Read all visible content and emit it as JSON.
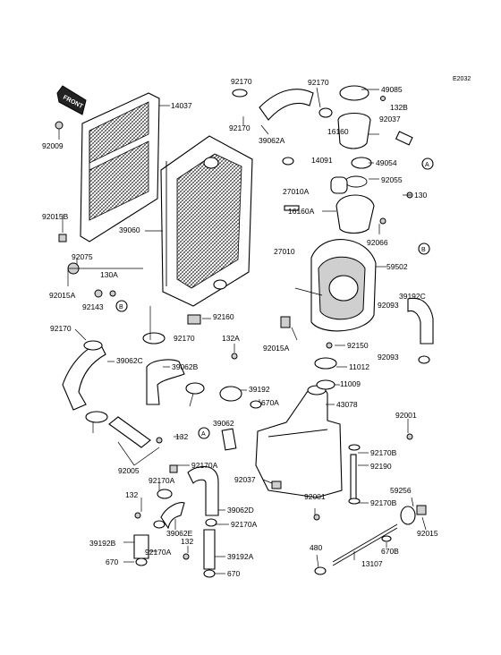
{
  "diagram_code": "E2032",
  "front_label": "FRONT",
  "callouts": [
    {
      "id": "c14037",
      "text": "14037"
    },
    {
      "id": "c92009",
      "text": "92009"
    },
    {
      "id": "c92015B",
      "text": "92015B"
    },
    {
      "id": "c39060",
      "text": "39060"
    },
    {
      "id": "c92075",
      "text": "92075"
    },
    {
      "id": "c92015A_1",
      "text": "92015A"
    },
    {
      "id": "c130A",
      "text": "130A"
    },
    {
      "id": "c92143",
      "text": "92143"
    },
    {
      "id": "c92170_1",
      "text": "92170"
    },
    {
      "id": "c92170_2",
      "text": "92170"
    },
    {
      "id": "c92170_3",
      "text": "92170"
    },
    {
      "id": "c92170_4",
      "text": "92170"
    },
    {
      "id": "c39062A",
      "text": "39062A"
    },
    {
      "id": "c92170_5",
      "text": "92170"
    },
    {
      "id": "c49085",
      "text": "49085"
    },
    {
      "id": "c132B",
      "text": "132B"
    },
    {
      "id": "c16160",
      "text": "16160"
    },
    {
      "id": "c92037_1",
      "text": "92037"
    },
    {
      "id": "c49054",
      "text": "49054"
    },
    {
      "id": "c14091",
      "text": "14091"
    },
    {
      "id": "c27010A",
      "text": "27010A"
    },
    {
      "id": "c92055",
      "text": "92055"
    },
    {
      "id": "c130",
      "text": "130"
    },
    {
      "id": "c16160A",
      "text": "16160A"
    },
    {
      "id": "c27010",
      "text": "27010"
    },
    {
      "id": "c92066",
      "text": "92066"
    },
    {
      "id": "c59502",
      "text": "59502"
    },
    {
      "id": "c92160",
      "text": "92160"
    },
    {
      "id": "c92093_1",
      "text": "92093"
    },
    {
      "id": "c39192C",
      "text": "39192C"
    },
    {
      "id": "c92093_2",
      "text": "92093"
    },
    {
      "id": "c92015A_2",
      "text": "92015A"
    },
    {
      "id": "c92150",
      "text": "92150"
    },
    {
      "id": "c132A",
      "text": "132A"
    },
    {
      "id": "c11012",
      "text": "11012"
    },
    {
      "id": "c11009",
      "text": "11009"
    },
    {
      "id": "c39062C",
      "text": "39062C"
    },
    {
      "id": "c39062B",
      "text": "39062B"
    },
    {
      "id": "c39192",
      "text": "39192"
    },
    {
      "id": "c670A",
      "text": "670A"
    },
    {
      "id": "c43078",
      "text": "43078"
    },
    {
      "id": "c39062",
      "text": "39062"
    },
    {
      "id": "c92001_1",
      "text": "92001"
    },
    {
      "id": "c132_1",
      "text": "132"
    },
    {
      "id": "c92005",
      "text": "92005"
    },
    {
      "id": "c92170A_1",
      "text": "92170A"
    },
    {
      "id": "c92170B_1",
      "text": "92170B"
    },
    {
      "id": "c92190",
      "text": "92190"
    },
    {
      "id": "c92170A_2",
      "text": "92170A"
    },
    {
      "id": "c92037_2",
      "text": "92037"
    },
    {
      "id": "c132_2",
      "text": "132"
    },
    {
      "id": "c39062D",
      "text": "39062D"
    },
    {
      "id": "c92001_2",
      "text": "92001"
    },
    {
      "id": "c92170B_2",
      "text": "92170B"
    },
    {
      "id": "c59256",
      "text": "59256"
    },
    {
      "id": "c39062E",
      "text": "39062E"
    },
    {
      "id": "c92170A_3",
      "text": "92170A"
    },
    {
      "id": "c39192B",
      "text": "39192B"
    },
    {
      "id": "c92170A_4",
      "text": "92170A"
    },
    {
      "id": "c92015",
      "text": "92015"
    },
    {
      "id": "c132_3",
      "text": "132"
    },
    {
      "id": "c480",
      "text": "480"
    },
    {
      "id": "c670B",
      "text": "670B"
    },
    {
      "id": "c670_1",
      "text": "670"
    },
    {
      "id": "c39192A",
      "text": "39192A"
    },
    {
      "id": "c13107",
      "text": "13107"
    },
    {
      "id": "c670_2",
      "text": "670"
    }
  ],
  "reference_markers": [
    "A",
    "A",
    "B",
    "B"
  ]
}
